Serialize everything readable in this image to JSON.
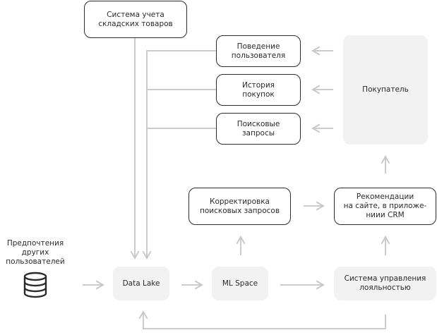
{
  "nodes": {
    "warehouse": "Система учета\nскладских товаров",
    "behavior": "Поведение\nпользователя",
    "history": "История\nпокупок",
    "search": "Поисковые\nзапросы",
    "customer": "Покупатель",
    "correction": "Корректировка\nпоисковых запросов",
    "recommendations": "Рекомендации\nна сайте, в приложе-\nниии CRM",
    "preferences": "Предпочтения\nдругих\nпользователей",
    "datalake": "Data Lake",
    "mlspace": "ML Space",
    "loyalty": "Система управления\nлояльностью"
  },
  "icons": {
    "preferences_source": "database-icon"
  },
  "colors": {
    "border": "#2b2b2b",
    "fill": "#f2f2f2",
    "connector": "#cccccc",
    "icon": "#2b2b2b"
  }
}
